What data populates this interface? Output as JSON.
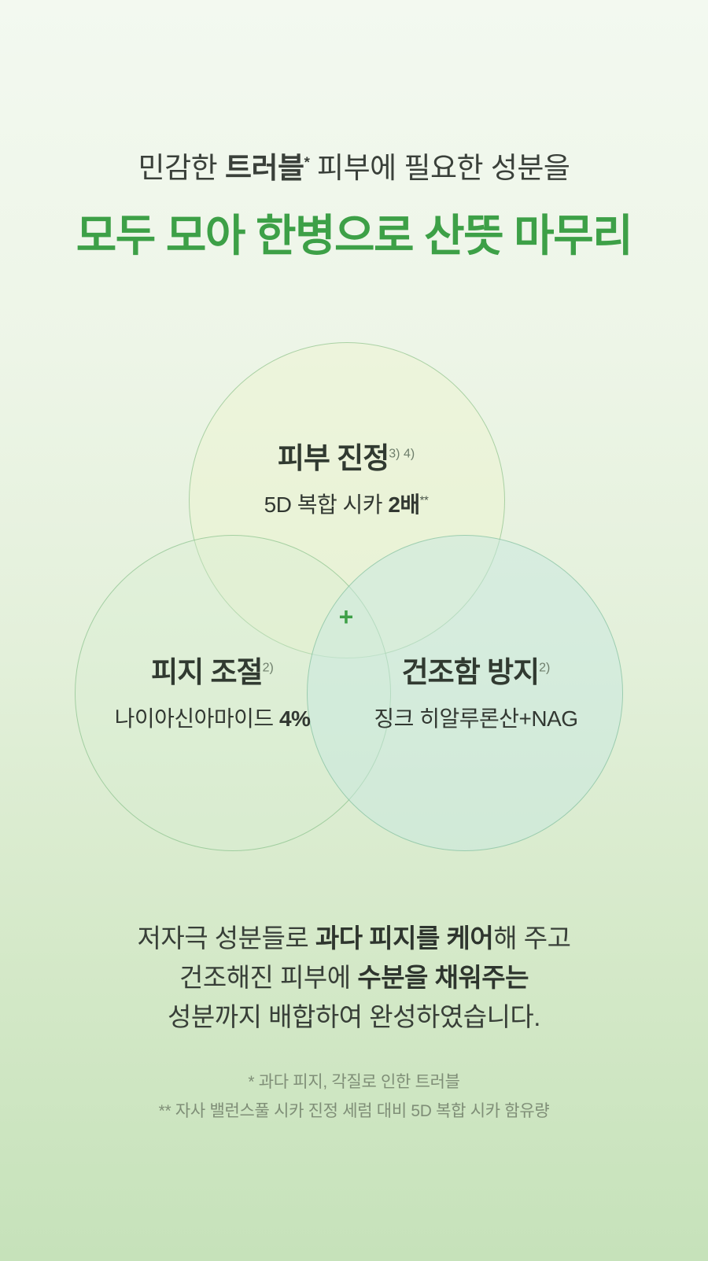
{
  "header": {
    "subtitle": {
      "pre": "민감한 ",
      "bold": "트러블",
      "asterisk": "*",
      "post": " 피부에 필요한 성분을"
    },
    "title": "모두 모아 한병으로 산뜻 마무리"
  },
  "venn": {
    "plus": "+",
    "circles": [
      {
        "id": "skin-soothing",
        "title": "피부 진정",
        "sup": "3) 4)",
        "desc_pre": "5D 복합 시카 ",
        "desc_bold": "2배",
        "desc_sup": "**"
      },
      {
        "id": "sebum-control",
        "title": "피지 조절",
        "sup": "2)",
        "desc_pre": "나이아신아마이드 ",
        "desc_bold": "4%",
        "desc_sup": ""
      },
      {
        "id": "dryness-prevention",
        "title": "건조함 방지",
        "sup": "2)",
        "desc_pre": "징크 히알루론산+NAG",
        "desc_bold": "",
        "desc_sup": ""
      }
    ]
  },
  "body": {
    "line1": {
      "pre": "저자극 성분들로 ",
      "bold": "과다 피지를 케어",
      "post": "해 주고"
    },
    "line2": {
      "pre": "건조해진 피부에 ",
      "bold": "수분을 채워주는",
      "post": ""
    },
    "line3": {
      "pre": "성분까지 배합하여 완성하였습니다.",
      "bold": "",
      "post": ""
    }
  },
  "footnotes": [
    "* 과다 피지, 각질로 인한 트러블",
    "** 자사 밸런스풀 시카 진정 세럼 대비 5D 복합 시카 함유량"
  ],
  "colors": {
    "accent_green": "#3da047",
    "text_dark": "#3a403a",
    "footnote_gray_green": "#7f8e77",
    "background_top": "#f3f9f0",
    "background_bottom": "#c6e2ba"
  }
}
